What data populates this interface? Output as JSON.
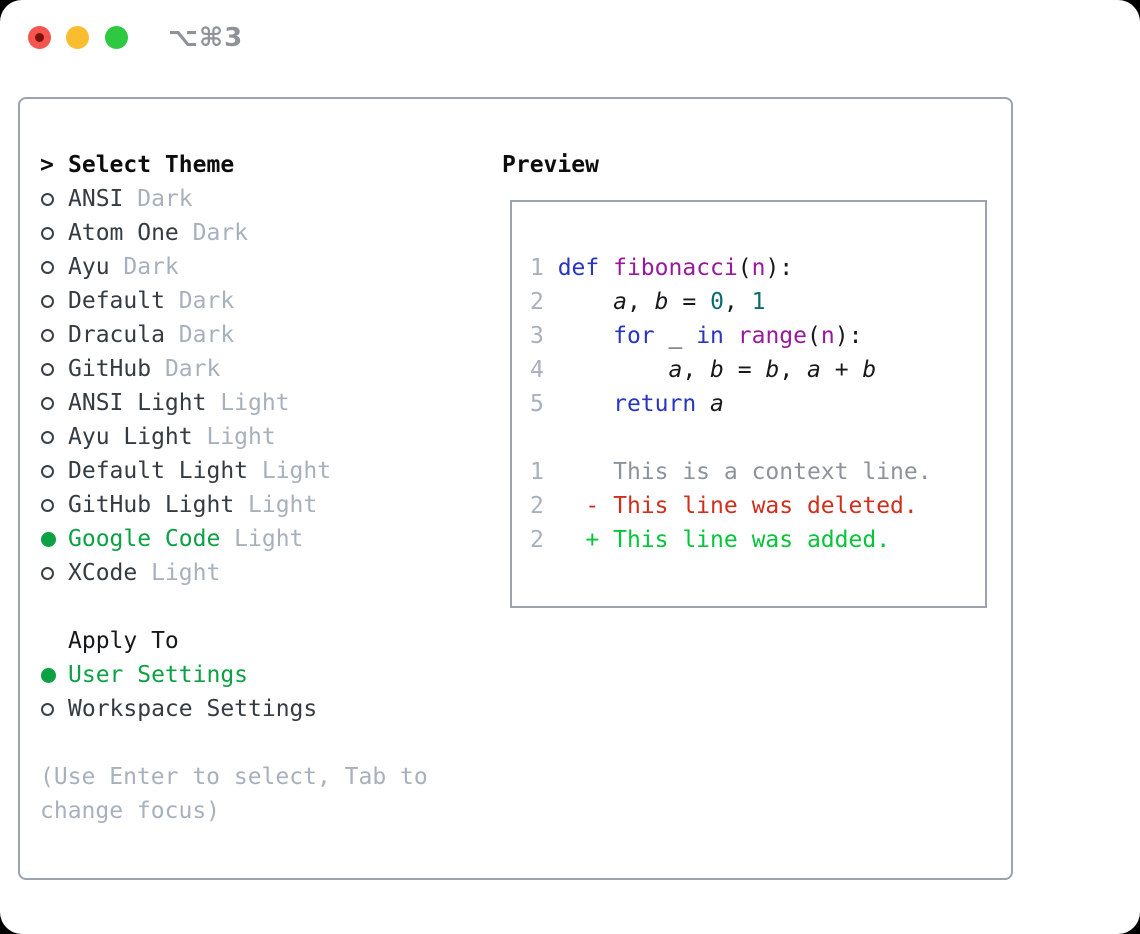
{
  "titlebar": {
    "title": "⌥⌘3"
  },
  "colors": {
    "border": "#9aa3ae",
    "header": "#0d0d0d",
    "name": "#343b43",
    "muted": "#a7b1bd",
    "ctx": "#8c939c",
    "select-green": "#0ca144",
    "added": "#05c53a",
    "deleted": "#cf2f1d",
    "kw": "#2836bf",
    "fn": "#99199c",
    "num": "#0c6b70",
    "title": "#8e9399",
    "tl-red": "#f4554e",
    "tl-red-dot": "#7c110a",
    "tl-yellow": "#f9bd30",
    "tl-green": "#2ec841"
  },
  "select_theme": {
    "cursor": ">",
    "header": "Select Theme",
    "items": [
      {
        "name": "ANSI",
        "variant": "Dark",
        "selected": false
      },
      {
        "name": "Atom One",
        "variant": "Dark",
        "selected": false
      },
      {
        "name": "Ayu",
        "variant": "Dark",
        "selected": false
      },
      {
        "name": "Default",
        "variant": "Dark",
        "selected": false
      },
      {
        "name": "Dracula",
        "variant": "Dark",
        "selected": false
      },
      {
        "name": "GitHub",
        "variant": "Dark",
        "selected": false
      },
      {
        "name": "ANSI Light",
        "variant": "Light",
        "selected": false
      },
      {
        "name": "Ayu Light",
        "variant": "Light",
        "selected": false
      },
      {
        "name": "Default Light",
        "variant": "Light",
        "selected": false
      },
      {
        "name": "GitHub Light",
        "variant": "Light",
        "selected": false
      },
      {
        "name": "Google Code",
        "variant": "Light",
        "selected": true
      },
      {
        "name": "XCode",
        "variant": "Light",
        "selected": false
      }
    ]
  },
  "apply_to": {
    "header": "Apply To",
    "items": [
      {
        "name": "User Settings",
        "selected": true
      },
      {
        "name": "Workspace Settings",
        "selected": false
      }
    ]
  },
  "help_lines": [
    "(Use Enter to select, Tab to",
    "change focus)"
  ],
  "preview": {
    "header": "Preview",
    "code_rows": [
      [
        {
          "t": "1 ",
          "c": "ln"
        },
        {
          "t": "def",
          "c": "kw"
        },
        {
          "t": " ",
          "c": "pl"
        },
        {
          "t": "fibonacci",
          "c": "fn"
        },
        {
          "t": "(",
          "c": "pl"
        },
        {
          "t": "n",
          "c": "fn"
        },
        {
          "t": "):",
          "c": "pl"
        }
      ],
      [
        {
          "t": "2 ",
          "c": "ln"
        },
        {
          "t": "    ",
          "c": "pl"
        },
        {
          "t": "a",
          "c": "var"
        },
        {
          "t": ", ",
          "c": "pl"
        },
        {
          "t": "b",
          "c": "var"
        },
        {
          "t": " = ",
          "c": "pl"
        },
        {
          "t": "0",
          "c": "num"
        },
        {
          "t": ", ",
          "c": "pl"
        },
        {
          "t": "1",
          "c": "num"
        }
      ],
      [
        {
          "t": "3 ",
          "c": "ln"
        },
        {
          "t": "    ",
          "c": "pl"
        },
        {
          "t": "for",
          "c": "kw"
        },
        {
          "t": " _ ",
          "c": "pl"
        },
        {
          "t": "in",
          "c": "kw"
        },
        {
          "t": " ",
          "c": "pl"
        },
        {
          "t": "range",
          "c": "fn"
        },
        {
          "t": "(",
          "c": "pl"
        },
        {
          "t": "n",
          "c": "fn"
        },
        {
          "t": "):",
          "c": "pl"
        }
      ],
      [
        {
          "t": "4 ",
          "c": "ln"
        },
        {
          "t": "        ",
          "c": "pl"
        },
        {
          "t": "a",
          "c": "var"
        },
        {
          "t": ", ",
          "c": "pl"
        },
        {
          "t": "b",
          "c": "var"
        },
        {
          "t": " = ",
          "c": "pl"
        },
        {
          "t": "b",
          "c": "var"
        },
        {
          "t": ", ",
          "c": "pl"
        },
        {
          "t": "a",
          "c": "var"
        },
        {
          "t": " + ",
          "c": "pl"
        },
        {
          "t": "b",
          "c": "var"
        }
      ],
      [
        {
          "t": "5 ",
          "c": "ln"
        },
        {
          "t": "    ",
          "c": "pl"
        },
        {
          "t": "return",
          "c": "kw"
        },
        {
          "t": " ",
          "c": "pl"
        },
        {
          "t": "a",
          "c": "var"
        }
      ],
      [],
      [
        {
          "t": "1 ",
          "c": "ln"
        },
        {
          "t": "    This is a context line.",
          "c": "ctx"
        }
      ],
      [
        {
          "t": "2 ",
          "c": "ln"
        },
        {
          "t": "  - This line was deleted.",
          "c": "del"
        }
      ],
      [
        {
          "t": "2 ",
          "c": "ln"
        },
        {
          "t": "  + This line was added.",
          "c": "add"
        }
      ]
    ]
  }
}
